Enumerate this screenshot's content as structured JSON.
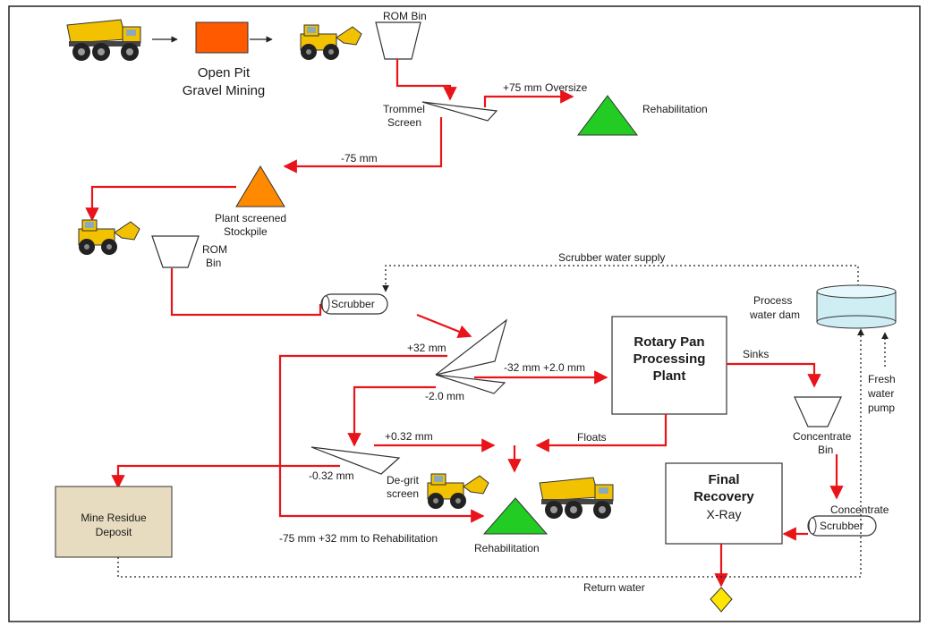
{
  "colors": {
    "flow_line": "#e8141a",
    "water_line": "#222222",
    "green_pile": "#22cc22",
    "orange_pile": "#ff8a00",
    "pit_box": "#ff5a00",
    "water_dam": "#cfeef4",
    "residue": "#e8dcc0",
    "diamond": "#ffe600",
    "truck_body": "#f2c200"
  },
  "labels": {
    "open_pit_line1": "Open Pit",
    "open_pit_line2": "Gravel Mining",
    "rom_bin_top": "ROM Bin",
    "trommel_line1": "Trommel",
    "trommel_line2": "Screen",
    "oversize": "+75 mm Oversize",
    "rehab_top": "Rehabilitation",
    "minus75": "-75 mm",
    "plant_stockpile_line1": "Plant screened",
    "plant_stockpile_line2": "Stockpile",
    "rom_bin2_line1": "ROM",
    "rom_bin2_line2": "Bin",
    "scrubber_water_supply": "Scrubber water supply",
    "scrubber1": "Scrubber",
    "process_dam_line1": "Process",
    "process_dam_line2": "water dam",
    "fresh_line1": "Fresh",
    "fresh_line2": "water",
    "fresh_line3": "pump",
    "plus32": "+32 mm",
    "minus32_plus2": "-32 mm +2.0 mm",
    "minus2": "-2.0 mm",
    "rotary_line1": "Rotary Pan",
    "rotary_line2": "Processing",
    "rotary_line3": "Plant",
    "sinks": "Sinks",
    "conc_bin_line1": "Concentrate",
    "conc_bin_line2": "Bin",
    "plus032": "+0.32 mm",
    "floats": "Floats",
    "minus032": "-0.32 mm",
    "degrit_line1": "De-grit",
    "degrit_line2": "screen",
    "residue_line1": "Mine Residue",
    "residue_line2": "Deposit",
    "final_line1": "Final",
    "final_line2": "Recovery",
    "final_line3": "X-Ray",
    "conc_scrub_line1": "Concentrate",
    "conc_scrub_line2": "Scrubber",
    "rehab_bottom_label": "-75 mm +32 mm to Rehabilitation",
    "rehab_bottom": "Rehabilitation",
    "return_water": "Return water"
  }
}
